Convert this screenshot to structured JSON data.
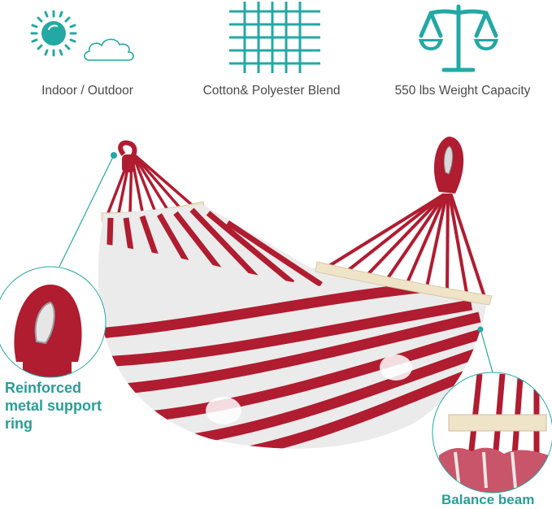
{
  "colors": {
    "accent_teal": "#24a8a4",
    "label_teal": "#2a9d97",
    "label_gray": "#4a4a4a",
    "hammock_red": "#b01c30",
    "hammock_white": "#ebebeb",
    "wood": "#efe3c8"
  },
  "features": [
    {
      "icon": "sun-cloud-icon",
      "label": "Indoor / Outdoor"
    },
    {
      "icon": "woven-fabric-icon",
      "label": "Cotton& Polyester Blend"
    },
    {
      "icon": "balance-scale-icon",
      "label": "550 lbs Weight Capacity"
    }
  ],
  "callouts": {
    "left": {
      "label_lines": [
        "Reinforced",
        "metal support",
        "ring"
      ]
    },
    "right": {
      "label": "Balance beam"
    }
  }
}
